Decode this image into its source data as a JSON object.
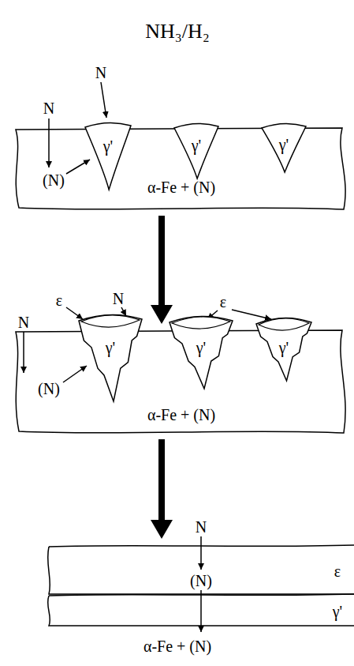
{
  "diagram": {
    "title": "NH₃/H₂",
    "nodes": [
      {
        "text": [
          "α-Fe + (N)"
        ]
      },
      {
        "text": [
          "γ'"
        ],
        "in": 0
      },
      {
        "text": [
          "γ'"
        ],
        "in": 0
      },
      {
        "text": [
          "γ'"
        ],
        "in": 0
      },
      {
        "text": [
          "α-Fe + (N)"
        ]
      },
      {
        "text": [
          "γ'"
        ],
        "in": 4
      },
      {
        "text": [
          "γ'"
        ],
        "in": 4
      },
      {
        "text": [
          "γ'"
        ],
        "in": 4
      },
      {
        "text": [
          "(N)",
          "ε"
        ]
      },
      {
        "text": [
          "γ'"
        ]
      }
    ],
    "edges": [
      {
        "from": 0,
        "to": 4,
        "arrow": "to"
      },
      {
        "from": 4,
        "to": 8,
        "arrow": "to"
      }
    ],
    "labels": [
      "N",
      "N",
      "(N)",
      "ε",
      "N",
      "ε",
      "N",
      "(N)",
      "N",
      "α-Fe + (N)"
    ]
  }
}
